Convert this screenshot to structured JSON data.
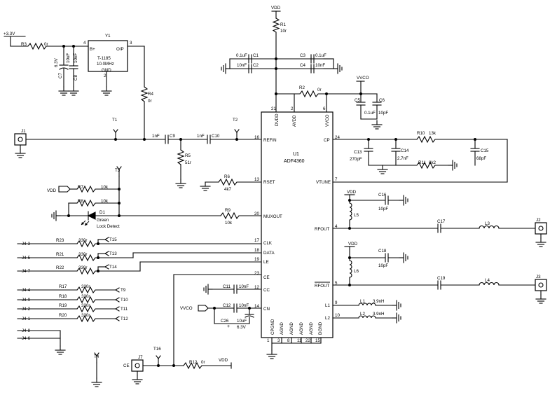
{
  "supply": {
    "plus33": "+3.3V",
    "vdd": "VDD",
    "vvco": "VVCO"
  },
  "chip": {
    "ref": "U1",
    "part": "ADF4360",
    "pins_left": [
      {
        "num": "16",
        "name": "REFIN"
      },
      {
        "num": "13",
        "name": "RSET"
      },
      {
        "num": "20",
        "name": "MUXOUT"
      },
      {
        "num": "17",
        "name": "CLK"
      },
      {
        "num": "18",
        "name": "DATA"
      },
      {
        "num": "19",
        "name": "LE"
      },
      {
        "num": "23",
        "name": "CE"
      },
      {
        "num": "12",
        "name": "CC"
      },
      {
        "num": "14",
        "name": "CN"
      }
    ],
    "pins_top": [
      {
        "num": "21",
        "name": "DVDD"
      },
      {
        "num": "2",
        "name": "AVDD"
      },
      {
        "num": "6",
        "name": "VVCO"
      }
    ],
    "pins_right": [
      {
        "num": "24",
        "name": "CP"
      },
      {
        "num": "7",
        "name": "VTUNE"
      },
      {
        "num": "4",
        "name": "RFOUT"
      },
      {
        "num": "5",
        "name": "RFOUT"
      },
      {
        "num": "9",
        "name": "L1"
      },
      {
        "num": "10",
        "name": "L2"
      }
    ],
    "pins_bottom": [
      {
        "num": "1",
        "name": "CPGND"
      },
      {
        "num": "3",
        "name": "AGND"
      },
      {
        "num": "8",
        "name": "AGND"
      },
      {
        "num": "11",
        "name": "AGND"
      },
      {
        "num": "22",
        "name": "AGND"
      },
      {
        "num": "15",
        "name": "DGND"
      }
    ]
  },
  "oscillator": {
    "ref": "Y1",
    "part": "T-1185",
    "freq": "10.0MHz",
    "pin_bplus": "B+",
    "pin_out": "O/P",
    "pin_gnd": "GND",
    "num_bplus": "4",
    "num_out": "3",
    "num_gnd": "2"
  },
  "resistors": {
    "r1": {
      "ref": "R1",
      "value": "10r"
    },
    "r2": {
      "ref": "R2",
      "value": "0r"
    },
    "r3": {
      "ref": "R3",
      "value": "0r"
    },
    "r4": {
      "ref": "R4",
      "value": "0r"
    },
    "r5": {
      "ref": "R5",
      "value": "51r"
    },
    "r6": {
      "ref": "R6",
      "value": "4k7"
    },
    "r7": {
      "ref": "R7",
      "value": "10k"
    },
    "r8": {
      "ref": "R8",
      "value": "10k"
    },
    "r9": {
      "ref": "R9",
      "value": "10k"
    },
    "r10": {
      "ref": "R10",
      "value": "13k"
    },
    "r11": {
      "ref": "R11",
      "value": "8k2"
    },
    "r12": {
      "ref": "R12",
      "value": "0r"
    },
    "r17": {
      "ref": "R17",
      "value": "330r"
    },
    "r18": {
      "ref": "R18",
      "value": "330r"
    },
    "r19": {
      "ref": "R19",
      "value": "330r"
    },
    "r20": {
      "ref": "R20",
      "value": "330r"
    },
    "r21": {
      "ref": "R21",
      "value": "330r"
    },
    "r22": {
      "ref": "R22",
      "value": "330r"
    },
    "r23": {
      "ref": "R23",
      "value": "330r"
    }
  },
  "capacitors": {
    "c1": {
      "ref": "C1",
      "value": "0.1uF"
    },
    "c2": {
      "ref": "C2",
      "value": "10nF"
    },
    "c3": {
      "ref": "C3",
      "value": "0.1uF"
    },
    "c4": {
      "ref": "C4",
      "value": "10nF"
    },
    "c5": {
      "ref": "C5",
      "value": "0.1uF"
    },
    "c6": {
      "ref": "C6",
      "value": "10pF"
    },
    "c7": {
      "ref": "C7",
      "value": "10uF",
      "volt": "6.3V"
    },
    "c8": {
      "ref": "C8",
      "value": "10nF"
    },
    "c9": {
      "ref": "C9",
      "value": "1nF"
    },
    "c10": {
      "ref": "C10",
      "value": "1nF"
    },
    "c11": {
      "ref": "C11",
      "value": "10nF"
    },
    "c12": {
      "ref": "C12",
      "value": "10nF"
    },
    "c13": {
      "ref": "C13",
      "value": "270pF"
    },
    "c14": {
      "ref": "C14",
      "value": "2.7nF"
    },
    "c15": {
      "ref": "C15",
      "value": "68pF"
    },
    "c16": {
      "ref": "C16",
      "value": "10pF"
    },
    "c17": {
      "ref": "C17",
      "value": ""
    },
    "c18": {
      "ref": "C18",
      "value": "10pF"
    },
    "c19": {
      "ref": "C19",
      "value": ""
    },
    "c26": {
      "ref": "C26",
      "value": "10uF",
      "volt": "6.3V"
    }
  },
  "inductors": {
    "l1": {
      "ref": "L1",
      "value": "3.9nH"
    },
    "l2": {
      "ref": "L2",
      "value": "3.9nH"
    },
    "l3": {
      "ref": "L3"
    },
    "l4": {
      "ref": "L4"
    },
    "l5": {
      "ref": "L5"
    },
    "l6": {
      "ref": "L6"
    }
  },
  "led": {
    "ref": "D1",
    "color": "Green",
    "label": "Lock Detect"
  },
  "connectors": {
    "j1": "J1",
    "j2": "J2",
    "j3": "J3",
    "j7": "J7",
    "ce": "CE"
  },
  "testpoints": {
    "t1": "T1",
    "t2": "T2",
    "t3": "T3",
    "t4": "T4",
    "t9": "T9",
    "t10": "T10",
    "t11": "T11",
    "t12": "T12",
    "t13": "T13",
    "t14": "T14",
    "t15": "T15",
    "t16": "T16"
  },
  "header_pins": {
    "j4_3": "J4-3",
    "j4_5": "J4-5",
    "j4_7": "J4-7",
    "j4_4": "J4-4",
    "j4_9": "J4-9",
    "j4_2": "J4-2",
    "j4_1": "J4-1",
    "j4_8": "J4-8",
    "j4_6": "J4-6"
  }
}
